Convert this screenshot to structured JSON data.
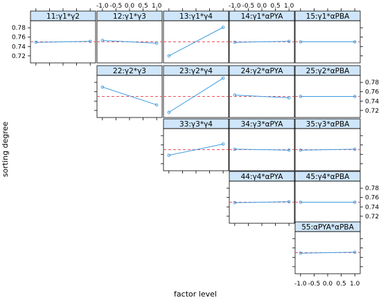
{
  "chart_data": {
    "type": "line",
    "xlabel": "factor level",
    "ylabel": "sorting degree",
    "xlim": [
      -1.2,
      1.2
    ],
    "ylim": [
      0.705,
      0.795
    ],
    "x_ticks": [
      "-1.0",
      "-0.5",
      "0.0",
      "0.5",
      "1.0"
    ],
    "x_tick_values": [
      -1,
      -0.5,
      0,
      0.5,
      1
    ],
    "y_ticks": [
      "0.72",
      "0.74",
      "0.76",
      "0.78"
    ],
    "y_tick_values": [
      0.72,
      0.74,
      0.76,
      0.78
    ],
    "reference_line": 0.75,
    "colors": {
      "series": "#3b9be0",
      "reference": "#e8505b",
      "strip": "#cfe6fa"
    },
    "panels": [
      {
        "label": "11:γ1*γ2",
        "row": 0,
        "col": 0,
        "x": [
          -1,
          1
        ],
        "y": [
          0.749,
          0.751
        ]
      },
      {
        "label": "12:γ1*γ3",
        "row": 0,
        "col": 1,
        "x": [
          -1,
          1
        ],
        "y": [
          0.753,
          0.747
        ]
      },
      {
        "label": "13:γ1*γ4",
        "row": 0,
        "col": 2,
        "x": [
          -1,
          1
        ],
        "y": [
          0.72,
          0.781
        ]
      },
      {
        "label": "14:γ1*αPYA",
        "row": 0,
        "col": 3,
        "x": [
          -1,
          1
        ],
        "y": [
          0.749,
          0.751
        ]
      },
      {
        "label": "15:γ1*αPBA",
        "row": 0,
        "col": 4,
        "x": [
          -1,
          1
        ],
        "y": [
          0.75,
          0.75
        ]
      },
      {
        "label": "22:γ2*γ3",
        "row": 1,
        "col": 1,
        "x": [
          -1,
          1
        ],
        "y": [
          0.77,
          0.732
        ]
      },
      {
        "label": "23:γ2*γ4",
        "row": 1,
        "col": 2,
        "x": [
          -1,
          1
        ],
        "y": [
          0.716,
          0.789
        ]
      },
      {
        "label": "24:γ2*αPYA",
        "row": 1,
        "col": 3,
        "x": [
          -1,
          1
        ],
        "y": [
          0.753,
          0.747
        ]
      },
      {
        "label": "25:γ2*αPBA",
        "row": 1,
        "col": 4,
        "x": [
          -1,
          1
        ],
        "y": [
          0.75,
          0.75
        ]
      },
      {
        "label": "33:γ3*γ4",
        "row": 2,
        "col": 2,
        "x": [
          -1,
          1
        ],
        "y": [
          0.738,
          0.762
        ]
      },
      {
        "label": "34:γ3*αPYA",
        "row": 2,
        "col": 3,
        "x": [
          -1,
          1
        ],
        "y": [
          0.751,
          0.749
        ]
      },
      {
        "label": "35:γ3*αPBA",
        "row": 2,
        "col": 4,
        "x": [
          -1,
          1
        ],
        "y": [
          0.749,
          0.751
        ]
      },
      {
        "label": "44:γ4*αPYA",
        "row": 3,
        "col": 3,
        "x": [
          -1,
          1
        ],
        "y": [
          0.749,
          0.751
        ]
      },
      {
        "label": "45:γ4*αPBA",
        "row": 3,
        "col": 4,
        "x": [
          -1,
          1
        ],
        "y": [
          0.75,
          0.75
        ]
      },
      {
        "label": "55:αPYA*αPBA",
        "row": 4,
        "col": 4,
        "x": [
          -1,
          1
        ],
        "y": [
          0.749,
          0.751
        ]
      }
    ]
  }
}
